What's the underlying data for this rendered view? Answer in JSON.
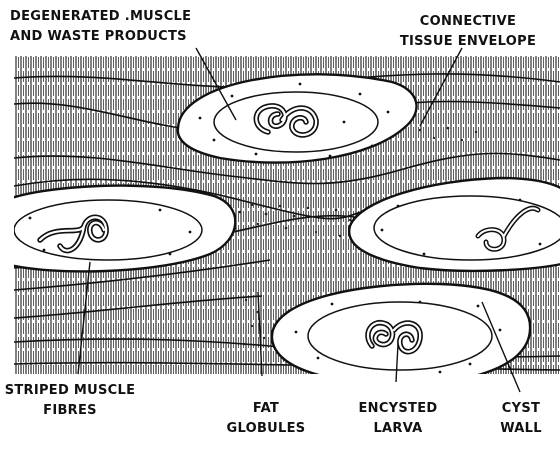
{
  "labels": {
    "degenerated_muscle": {
      "line1": "DEGENERATED .MUSCLE",
      "line2": "AND WASTE PRODUCTS"
    },
    "connective_tissue": {
      "line1": "CONNECTIVE",
      "line2": "TISSUE ENVELOPE"
    },
    "striped_muscle": {
      "line1": "STRIPED MUSCLE",
      "line2": "FIBRES"
    },
    "fat_globules": {
      "line1": "FAT",
      "line2": "GLOBULES"
    },
    "encysted_larva": {
      "line1": "ENCYSTED",
      "line2": "LARVA"
    },
    "cyst_wall": {
      "line1": "CYST",
      "line2": "WALL"
    }
  },
  "colors": {
    "ink": "#111111",
    "paper": "#ffffff"
  }
}
